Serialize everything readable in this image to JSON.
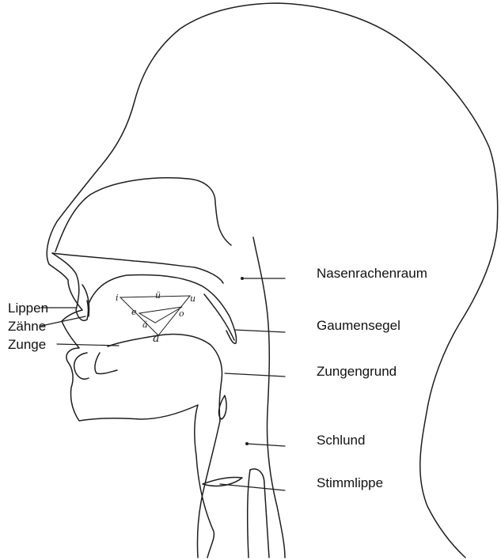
{
  "labels_right": {
    "nasenrachenraum": "Nasenrachenraum",
    "gaumensegel": "Gaumensegel",
    "zungengrund": "Zungengrund",
    "schlund": "Schlund",
    "stimmlippe": "Stimmlippe"
  },
  "labels_left": {
    "lippen": "Lippen",
    "zaehne": "Zähne",
    "zunge": "Zunge"
  },
  "vowels": {
    "i": "i",
    "ue": "ü",
    "u": "u",
    "e": "e",
    "o": "o",
    "ae": "ä",
    "a": "a"
  }
}
